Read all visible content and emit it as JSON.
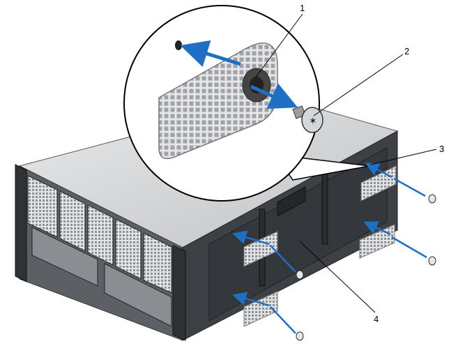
{
  "diagram": {
    "callouts": [
      {
        "id": "1",
        "label": "1"
      },
      {
        "id": "2",
        "label": "2"
      },
      {
        "id": "3",
        "label": "3"
      },
      {
        "id": "4",
        "label": "4"
      }
    ],
    "colors": {
      "chassis_dark": "#3d4045",
      "chassis_mid": "#6b6f74",
      "chassis_light": "#c9cbcd",
      "chassis_top": "#d8d9db",
      "arrow_blue": "#1f6fc4",
      "filter_mesh": "#b8babd"
    },
    "icons": [
      "arrow-icon",
      "screw-icon",
      "filter-icon",
      "server-chassis-icon"
    ]
  }
}
